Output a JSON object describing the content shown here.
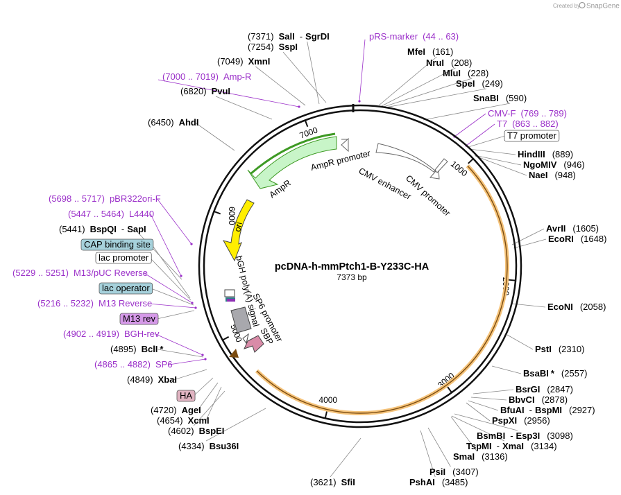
{
  "credit": {
    "prefix": "Created by",
    "brand": "SnapGene"
  },
  "plasmid": {
    "name": "pcDNA-h-mmPtch1-B-Y233C-HA",
    "length_label": "7373 bp",
    "length": 7373
  },
  "ticks": [
    "1000",
    "2000",
    "3000",
    "4000",
    "5000",
    "6000",
    "7000"
  ],
  "sites": [
    {
      "kind": "enzyme",
      "pos": "(7371)",
      "name": "SalI",
      "sep": "-",
      "name2": "SgrDI",
      "bp": 7371
    },
    {
      "kind": "enzyme",
      "pos": "(7254)",
      "name": "SspI",
      "bp": 7254
    },
    {
      "kind": "primer",
      "name": "pRS-marker",
      "pos": "(44 .. 63)",
      "bp": 53
    },
    {
      "kind": "enzyme",
      "name": "MfeI",
      "pos": "(161)",
      "bp": 161
    },
    {
      "kind": "enzyme",
      "name": "NruI",
      "pos": "(208)",
      "bp": 208
    },
    {
      "kind": "enzyme",
      "name": "MluI",
      "pos": "(228)",
      "bp": 228
    },
    {
      "kind": "enzyme",
      "name": "SpeI",
      "pos": "(249)",
      "bp": 249
    },
    {
      "kind": "enzyme",
      "name": "SnaBI",
      "pos": "(590)",
      "bp": 590
    },
    {
      "kind": "primer",
      "name": "CMV-F",
      "pos": "(769 .. 789)",
      "bp": 779
    },
    {
      "kind": "primer",
      "name": "T7",
      "pos": "(863 .. 882)",
      "bp": 872
    },
    {
      "kind": "boxed",
      "name": "T7 promoter",
      "style": "white",
      "bp": 880
    },
    {
      "kind": "enzyme",
      "name": "HindIII",
      "pos": "(889)",
      "bp": 889
    },
    {
      "kind": "enzyme",
      "name": "NgoMIV",
      "pos": "(946)",
      "bp": 946
    },
    {
      "kind": "enzyme",
      "name": "NaeI",
      "pos": "(948)",
      "bp": 948
    },
    {
      "kind": "enzyme",
      "name": "AvrII",
      "pos": "(1605)",
      "bp": 1605
    },
    {
      "kind": "enzyme",
      "name": "EcoRI",
      "pos": "(1648)",
      "bp": 1648
    },
    {
      "kind": "enzyme",
      "name": "EcoNI",
      "pos": "(2058)",
      "bp": 2058
    },
    {
      "kind": "enzyme",
      "name": "PstI",
      "pos": "(2310)",
      "bp": 2310
    },
    {
      "kind": "enzyme",
      "name": "BsaBI",
      "star": "*",
      "pos": "(2557)",
      "bp": 2557
    },
    {
      "kind": "enzyme",
      "name": "BsrGI",
      "pos": "(2847)",
      "bp": 2847
    },
    {
      "kind": "enzyme",
      "name": "BbvCI",
      "pos": "(2878)",
      "bp": 2878
    },
    {
      "kind": "enzyme",
      "name": "BfuAI",
      "sep": "-",
      "name2": "BspMI",
      "pos": "(2927)",
      "bp": 2927
    },
    {
      "kind": "enzyme",
      "name": "PspXI",
      "pos": "(2956)",
      "bp": 2956
    },
    {
      "kind": "enzyme",
      "name": "BsmBI",
      "sep": "-",
      "name2": "Esp3I",
      "pos": "(3098)",
      "bp": 3098
    },
    {
      "kind": "enzyme",
      "name": "TspMI",
      "sep": "-",
      "name2": "XmaI",
      "pos": "(3134)",
      "bp": 3134
    },
    {
      "kind": "enzyme",
      "name": "SmaI",
      "pos": "(3136)",
      "bp": 3136
    },
    {
      "kind": "enzyme",
      "name": "PsiI",
      "pos": "(3407)",
      "bp": 3407
    },
    {
      "kind": "enzyme",
      "name": "PshAI",
      "pos": "(3485)",
      "bp": 3485
    },
    {
      "kind": "enzyme",
      "pos": "(3621)",
      "name": "SfiI",
      "bp": 3621
    },
    {
      "kind": "enzyme",
      "pos": "(4334)",
      "name": "Bsu36I",
      "bp": 4334
    },
    {
      "kind": "enzyme",
      "pos": "(4602)",
      "name": "BspEI",
      "bp": 4602
    },
    {
      "kind": "enzyme",
      "pos": "(4654)",
      "name": "XcmI",
      "bp": 4654
    },
    {
      "kind": "enzyme",
      "pos": "(4720)",
      "name": "AgeI",
      "bp": 4720
    },
    {
      "kind": "boxed",
      "name": "HA",
      "style": "pink",
      "bp": 4740
    },
    {
      "kind": "enzyme",
      "pos": "(4849)",
      "name": "XbaI",
      "bp": 4849
    },
    {
      "kind": "primer",
      "pos": "(4865 .. 4882)",
      "name": "SP6",
      "bp": 4873
    },
    {
      "kind": "enzyme",
      "pos": "(4895)",
      "name": "BclI",
      "star": "*",
      "bp": 4895
    },
    {
      "kind": "primer",
      "pos": "(4902 .. 4919)",
      "name": "BGH-rev",
      "bp": 4910
    },
    {
      "kind": "boxed",
      "name": "M13 rev",
      "style": "purple",
      "bp": 5205
    },
    {
      "kind": "primer",
      "pos": "(5216 .. 5232)",
      "name": "M13 Reverse",
      "bp": 5224
    },
    {
      "kind": "boxed",
      "name": "lac operator",
      "style": "cyan",
      "bp": 5240
    },
    {
      "kind": "primer",
      "pos": "(5229 .. 5251)",
      "name": "M13/pUC Reverse",
      "bp": 5240
    },
    {
      "kind": "boxed",
      "name": "lac promoter",
      "style": "white",
      "bp": 5270
    },
    {
      "kind": "boxed",
      "name": "CAP binding site",
      "style": "cyan",
      "bp": 5300
    },
    {
      "kind": "enzyme",
      "pos": "(5441)",
      "name": "BspQI",
      "sep": "-",
      "name2": "SapI",
      "bp": 5441
    },
    {
      "kind": "primer",
      "pos": "(5447 .. 5464)",
      "name": "L4440",
      "bp": 5455
    },
    {
      "kind": "primer",
      "pos": "(5698 .. 5717)",
      "name": "pBR322ori-F",
      "bp": 5707
    },
    {
      "kind": "enzyme",
      "pos": "(6450)",
      "name": "AhdI",
      "bp": 6450
    },
    {
      "kind": "enzyme",
      "pos": "(6820)",
      "name": "PvuI",
      "bp": 6820
    },
    {
      "kind": "primer",
      "pos": "(7000 .. 7019)",
      "name": "Amp-R",
      "bp": 7010
    },
    {
      "kind": "enzyme",
      "pos": "(7049)",
      "name": "XmnI",
      "bp": 7049
    }
  ],
  "features": [
    {
      "name": "AmpR promoter"
    },
    {
      "name": "AmpR"
    },
    {
      "name": "CMV enhancer"
    },
    {
      "name": "CMV promoter"
    },
    {
      "name": "ori"
    },
    {
      "name": "bGH poly(A) signal"
    },
    {
      "name": "SP6 promoter"
    },
    {
      "name": "SBP"
    }
  ],
  "colors": {
    "ring": "#111111",
    "primer": "#9b30c9",
    "orf": "#f5c37a",
    "orf_edge": "#7a4b10",
    "ampr_fill": "#c8f5c8",
    "ampr_edge": "#3e9a24",
    "ori_fill": "#ffee00",
    "polyA_fill": "#a8a8ad",
    "sbp_fill": "#d98ba8",
    "cyan_box": "#a6d1db",
    "pink_box": "#e0b3c1",
    "purple_box": "#d599e8"
  }
}
